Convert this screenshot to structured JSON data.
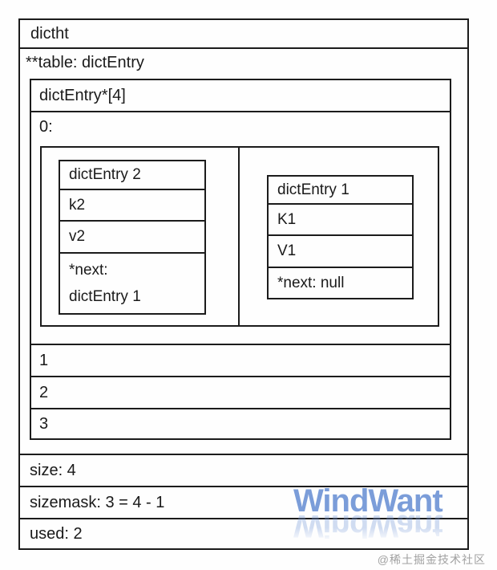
{
  "diagram": {
    "title": "dictht",
    "table_label": "**table: dictEntry",
    "array_label": "dictEntry*[4]",
    "slots": {
      "slot0_label": "0:",
      "slot1_label": "1",
      "slot2_label": "2",
      "slot3_label": "3"
    },
    "entry2": {
      "title": "dictEntry 2",
      "key": "k2",
      "value": "v2",
      "next_line1": "*next:",
      "next_line2": "dictEntry 1"
    },
    "entry1": {
      "title": "dictEntry 1",
      "key": "K1",
      "value": "V1",
      "next": "*next: null"
    },
    "stats": {
      "size": "size: 4",
      "sizemask": "sizemask: 3 = 4 - 1",
      "used": "used: 2"
    }
  },
  "watermarks": {
    "windwant": "WindWant",
    "community": "@稀土掘金技术社区"
  },
  "colors": {
    "line": "#1c1c1c",
    "text": "#1a1a1a",
    "watermark_blue": "#7095d6",
    "community_gray": "#a1a1a1",
    "background": "#fefefe"
  }
}
